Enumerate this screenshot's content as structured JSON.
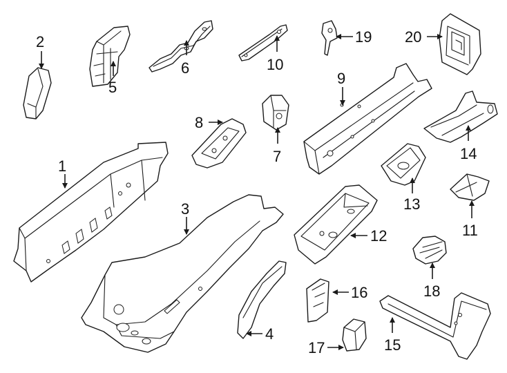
{
  "callouts": [
    {
      "id": "1",
      "label": "1"
    },
    {
      "id": "2",
      "label": "2"
    },
    {
      "id": "3",
      "label": "3"
    },
    {
      "id": "4",
      "label": "4"
    },
    {
      "id": "5",
      "label": "5"
    },
    {
      "id": "6",
      "label": "6"
    },
    {
      "id": "7",
      "label": "7"
    },
    {
      "id": "8",
      "label": "8"
    },
    {
      "id": "9",
      "label": "9"
    },
    {
      "id": "10",
      "label": "10"
    },
    {
      "id": "11",
      "label": "11"
    },
    {
      "id": "12",
      "label": "12"
    },
    {
      "id": "13",
      "label": "13"
    },
    {
      "id": "14",
      "label": "14"
    },
    {
      "id": "15",
      "label": "15"
    },
    {
      "id": "16",
      "label": "16"
    },
    {
      "id": "17",
      "label": "17"
    },
    {
      "id": "18",
      "label": "18"
    },
    {
      "id": "19",
      "label": "19"
    },
    {
      "id": "20",
      "label": "20"
    }
  ],
  "colors": {
    "line": "#1a1a1a",
    "fill": "#ffffff",
    "text": "#111111"
  }
}
